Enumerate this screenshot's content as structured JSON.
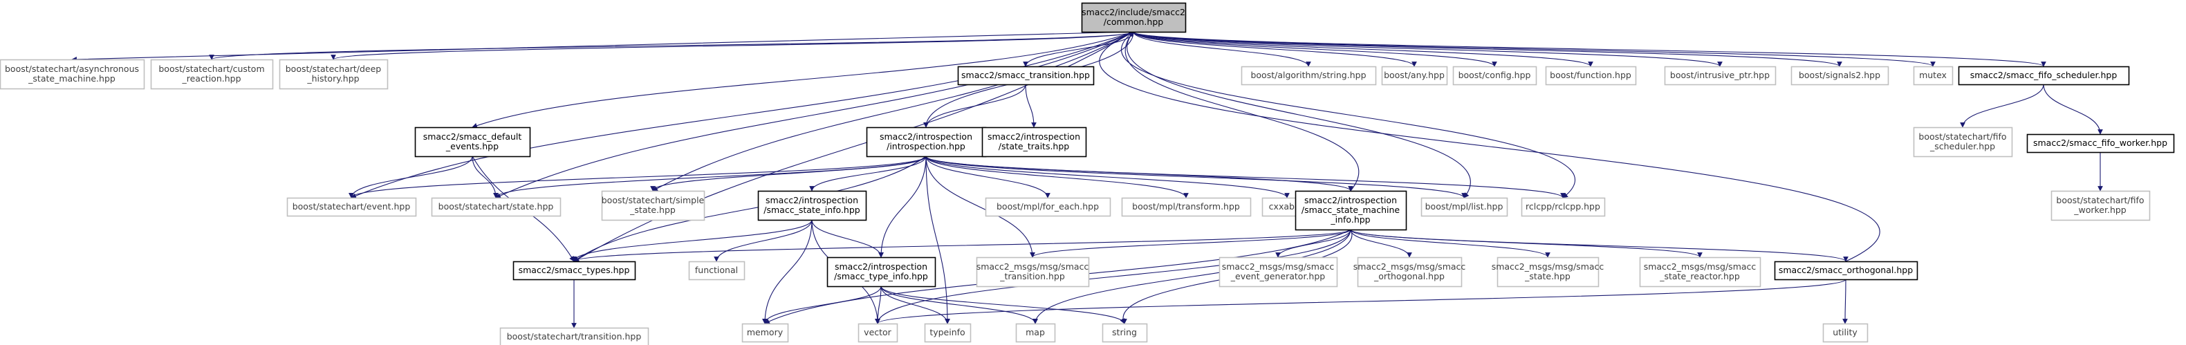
{
  "colors": {
    "edge": "#191970",
    "root_fill": "#bfbfbf",
    "root_stroke": "#000000",
    "documented_stroke": "#000000",
    "external_stroke": "#bfbfbf",
    "node_fill": "#ffffff",
    "external_text": "#3f3f3f",
    "documented_text": "#000000"
  },
  "nodes": [
    {
      "id": "root",
      "kind": "root",
      "lines": [
        "smacc2/include/smacc2",
        "/common.hpp"
      ]
    },
    {
      "id": "async_sm",
      "kind": "external",
      "lines": [
        "boost/statechart/asynchronous",
        "_state_machine.hpp"
      ]
    },
    {
      "id": "custom_reaction",
      "kind": "external",
      "lines": [
        "boost/statechart/custom",
        "_reaction.hpp"
      ]
    },
    {
      "id": "deep_history",
      "kind": "external",
      "lines": [
        "boost/statechart/deep",
        "_history.hpp"
      ]
    },
    {
      "id": "smacc_transition",
      "kind": "documented",
      "lines": [
        "smacc2/smacc_transition.hpp"
      ]
    },
    {
      "id": "algo_string",
      "kind": "external",
      "lines": [
        "boost/algorithm/string.hpp"
      ]
    },
    {
      "id": "any",
      "kind": "external",
      "lines": [
        "boost/any.hpp"
      ]
    },
    {
      "id": "config",
      "kind": "external",
      "lines": [
        "boost/config.hpp"
      ]
    },
    {
      "id": "function",
      "kind": "external",
      "lines": [
        "boost/function.hpp"
      ]
    },
    {
      "id": "intrusive_ptr",
      "kind": "external",
      "lines": [
        "boost/intrusive_ptr.hpp"
      ]
    },
    {
      "id": "signals2",
      "kind": "external",
      "lines": [
        "boost/signals2.hpp"
      ]
    },
    {
      "id": "mutex",
      "kind": "external",
      "lines": [
        "mutex"
      ]
    },
    {
      "id": "fifo_scheduler",
      "kind": "documented",
      "lines": [
        "smacc2/smacc_fifo_scheduler.hpp"
      ]
    },
    {
      "id": "default_events",
      "kind": "documented",
      "lines": [
        "smacc2/smacc_default",
        "_events.hpp"
      ]
    },
    {
      "id": "introspection",
      "kind": "documented",
      "lines": [
        "smacc2/introspection",
        "/introspection.hpp"
      ]
    },
    {
      "id": "state_traits",
      "kind": "documented",
      "lines": [
        "smacc2/introspection",
        "/state_traits.hpp"
      ]
    },
    {
      "id": "sc_fifo_scheduler",
      "kind": "external",
      "lines": [
        "boost/statechart/fifo",
        "_scheduler.hpp"
      ]
    },
    {
      "id": "fifo_worker",
      "kind": "documented",
      "lines": [
        "smacc2/smacc_fifo_worker.hpp"
      ]
    },
    {
      "id": "event",
      "kind": "external",
      "lines": [
        "boost/statechart/event.hpp"
      ]
    },
    {
      "id": "state",
      "kind": "external",
      "lines": [
        "boost/statechart/state.hpp"
      ]
    },
    {
      "id": "simple_state",
      "kind": "external",
      "lines": [
        "boost/statechart/simple",
        "_state.hpp"
      ]
    },
    {
      "id": "state_info",
      "kind": "documented",
      "lines": [
        "smacc2/introspection",
        "/smacc_state_info.hpp"
      ]
    },
    {
      "id": "for_each",
      "kind": "external",
      "lines": [
        "boost/mpl/for_each.hpp"
      ]
    },
    {
      "id": "transform",
      "kind": "external",
      "lines": [
        "boost/mpl/transform.hpp"
      ]
    },
    {
      "id": "cxxabi",
      "kind": "external",
      "lines": [
        "cxxabi.h"
      ]
    },
    {
      "id": "sm_info",
      "kind": "documented",
      "lines": [
        "smacc2/introspection",
        "/smacc_state_machine",
        "_info.hpp"
      ]
    },
    {
      "id": "mpl_list",
      "kind": "external",
      "lines": [
        "boost/mpl/list.hpp"
      ]
    },
    {
      "id": "rclcpp",
      "kind": "external",
      "lines": [
        "rclcpp/rclcpp.hpp"
      ]
    },
    {
      "id": "sc_fifo_worker",
      "kind": "external",
      "lines": [
        "boost/statechart/fifo",
        "_worker.hpp"
      ]
    },
    {
      "id": "functional",
      "kind": "external",
      "lines": [
        "functional"
      ]
    },
    {
      "id": "smacc_types",
      "kind": "documented",
      "lines": [
        "smacc2/smacc_types.hpp"
      ]
    },
    {
      "id": "type_info",
      "kind": "documented",
      "lines": [
        "smacc2/introspection",
        "/smacc_type_info.hpp"
      ]
    },
    {
      "id": "msg_transition",
      "kind": "external",
      "lines": [
        "smacc2_msgs/msg/smacc",
        "_transition.hpp"
      ]
    },
    {
      "id": "msg_event_gen",
      "kind": "external",
      "lines": [
        "smacc2_msgs/msg/smacc",
        "_event_generator.hpp"
      ]
    },
    {
      "id": "msg_orthogonal",
      "kind": "external",
      "lines": [
        "smacc2_msgs/msg/smacc",
        "_orthogonal.hpp"
      ]
    },
    {
      "id": "msg_state",
      "kind": "external",
      "lines": [
        "smacc2_msgs/msg/smacc",
        "_state.hpp"
      ]
    },
    {
      "id": "msg_state_reactor",
      "kind": "external",
      "lines": [
        "smacc2_msgs/msg/smacc",
        "_state_reactor.hpp"
      ]
    },
    {
      "id": "orthogonal",
      "kind": "documented",
      "lines": [
        "smacc2/smacc_orthogonal.hpp"
      ]
    },
    {
      "id": "sc_transition",
      "kind": "external",
      "lines": [
        "boost/statechart/transition.hpp"
      ]
    },
    {
      "id": "memory",
      "kind": "external",
      "lines": [
        "memory"
      ]
    },
    {
      "id": "vector",
      "kind": "external",
      "lines": [
        "vector"
      ]
    },
    {
      "id": "typeinfo",
      "kind": "external",
      "lines": [
        "typeinfo"
      ]
    },
    {
      "id": "map",
      "kind": "external",
      "lines": [
        "map"
      ]
    },
    {
      "id": "string",
      "kind": "external",
      "lines": [
        "string"
      ]
    },
    {
      "id": "utility",
      "kind": "external",
      "lines": [
        "utility"
      ]
    }
  ],
  "edges": [
    [
      "root",
      "async_sm"
    ],
    [
      "root",
      "custom_reaction"
    ],
    [
      "root",
      "deep_history"
    ],
    [
      "root",
      "smacc_transition"
    ],
    [
      "root",
      "algo_string"
    ],
    [
      "root",
      "any"
    ],
    [
      "root",
      "config"
    ],
    [
      "root",
      "function"
    ],
    [
      "root",
      "intrusive_ptr"
    ],
    [
      "root",
      "signals2"
    ],
    [
      "root",
      "mutex"
    ],
    [
      "root",
      "fifo_scheduler"
    ],
    [
      "root",
      "default_events"
    ],
    [
      "root",
      "introspection"
    ],
    [
      "root",
      "event"
    ],
    [
      "root",
      "state"
    ],
    [
      "root",
      "simple_state"
    ],
    [
      "root",
      "smacc_types"
    ],
    [
      "root",
      "mpl_list"
    ],
    [
      "root",
      "rclcpp"
    ],
    [
      "smacc_transition",
      "introspection"
    ],
    [
      "smacc_transition",
      "state_traits"
    ],
    [
      "fifo_scheduler",
      "sc_fifo_scheduler"
    ],
    [
      "fifo_scheduler",
      "fifo_worker"
    ],
    [
      "fifo_worker",
      "sc_fifo_worker"
    ],
    [
      "default_events",
      "event"
    ],
    [
      "default_events",
      "state"
    ],
    [
      "default_events",
      "smacc_types"
    ],
    [
      "introspection",
      "event"
    ],
    [
      "introspection",
      "state"
    ],
    [
      "introspection",
      "simple_state"
    ],
    [
      "introspection",
      "state_info"
    ],
    [
      "introspection",
      "for_each"
    ],
    [
      "introspection",
      "transform"
    ],
    [
      "introspection",
      "cxxabi"
    ],
    [
      "introspection",
      "sm_info"
    ],
    [
      "introspection",
      "mpl_list"
    ],
    [
      "introspection",
      "rclcpp"
    ],
    [
      "introspection",
      "smacc_types"
    ],
    [
      "introspection",
      "type_info"
    ],
    [
      "introspection",
      "msg_transition"
    ],
    [
      "introspection",
      "typeinfo"
    ],
    [
      "state_info",
      "smacc_types"
    ],
    [
      "state_info",
      "functional"
    ],
    [
      "state_info",
      "type_info"
    ],
    [
      "state_info",
      "memory"
    ],
    [
      "state_info",
      "vector"
    ],
    [
      "type_info",
      "memory"
    ],
    [
      "type_info",
      "vector"
    ],
    [
      "type_info",
      "typeinfo"
    ],
    [
      "type_info",
      "map"
    ],
    [
      "type_info",
      "string"
    ],
    [
      "smacc_types",
      "sc_transition"
    ],
    [
      "sm_info",
      "root"
    ],
    [
      "sm_info",
      "smacc_types"
    ],
    [
      "sm_info",
      "msg_transition"
    ],
    [
      "sm_info",
      "msg_event_gen"
    ],
    [
      "sm_info",
      "msg_orthogonal"
    ],
    [
      "sm_info",
      "msg_state"
    ],
    [
      "sm_info",
      "msg_state_reactor"
    ],
    [
      "sm_info",
      "orthogonal"
    ],
    [
      "sm_info",
      "memory"
    ],
    [
      "sm_info",
      "vector"
    ],
    [
      "sm_info",
      "map"
    ],
    [
      "sm_info",
      "string"
    ],
    [
      "orthogonal",
      "root"
    ],
    [
      "orthogonal",
      "vector"
    ],
    [
      "orthogonal",
      "utility"
    ]
  ]
}
